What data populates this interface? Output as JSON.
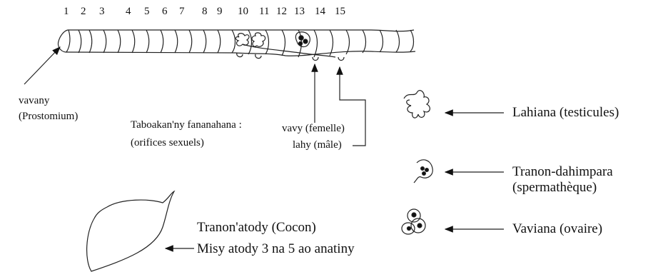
{
  "segment_numbers": [
    "1",
    "2",
    "3",
    "4",
    "5",
    "6",
    "7",
    "8",
    "9",
    "10",
    "11",
    "12",
    "13",
    "14",
    "15"
  ],
  "labels": {
    "prostomium_line1": "vavany",
    "prostomium_line2": "(Prostomium)",
    "orifices_line1": "Taboakan'ny fananahana :",
    "orifices_line2": "(orifices sexuels)",
    "female": "vavy (femelle)",
    "male": "lahy (mâle)",
    "testes": "Lahiana (testicules)",
    "spermatheca_line1": "Tranon-dahimpara",
    "spermatheca_line2": "(spermathèque)",
    "ovary": "Vaviana (ovaire)",
    "cocoon_line1": "Tranon'atody (Cocon)",
    "cocoon_line2": "Misy atody 3 na 5 ao anatiny"
  },
  "icons": {
    "testes": "testis-icon",
    "spermatheca": "spermatheca-icon",
    "ovary": "ovary-icon",
    "cocoon": "cocoon-icon"
  }
}
